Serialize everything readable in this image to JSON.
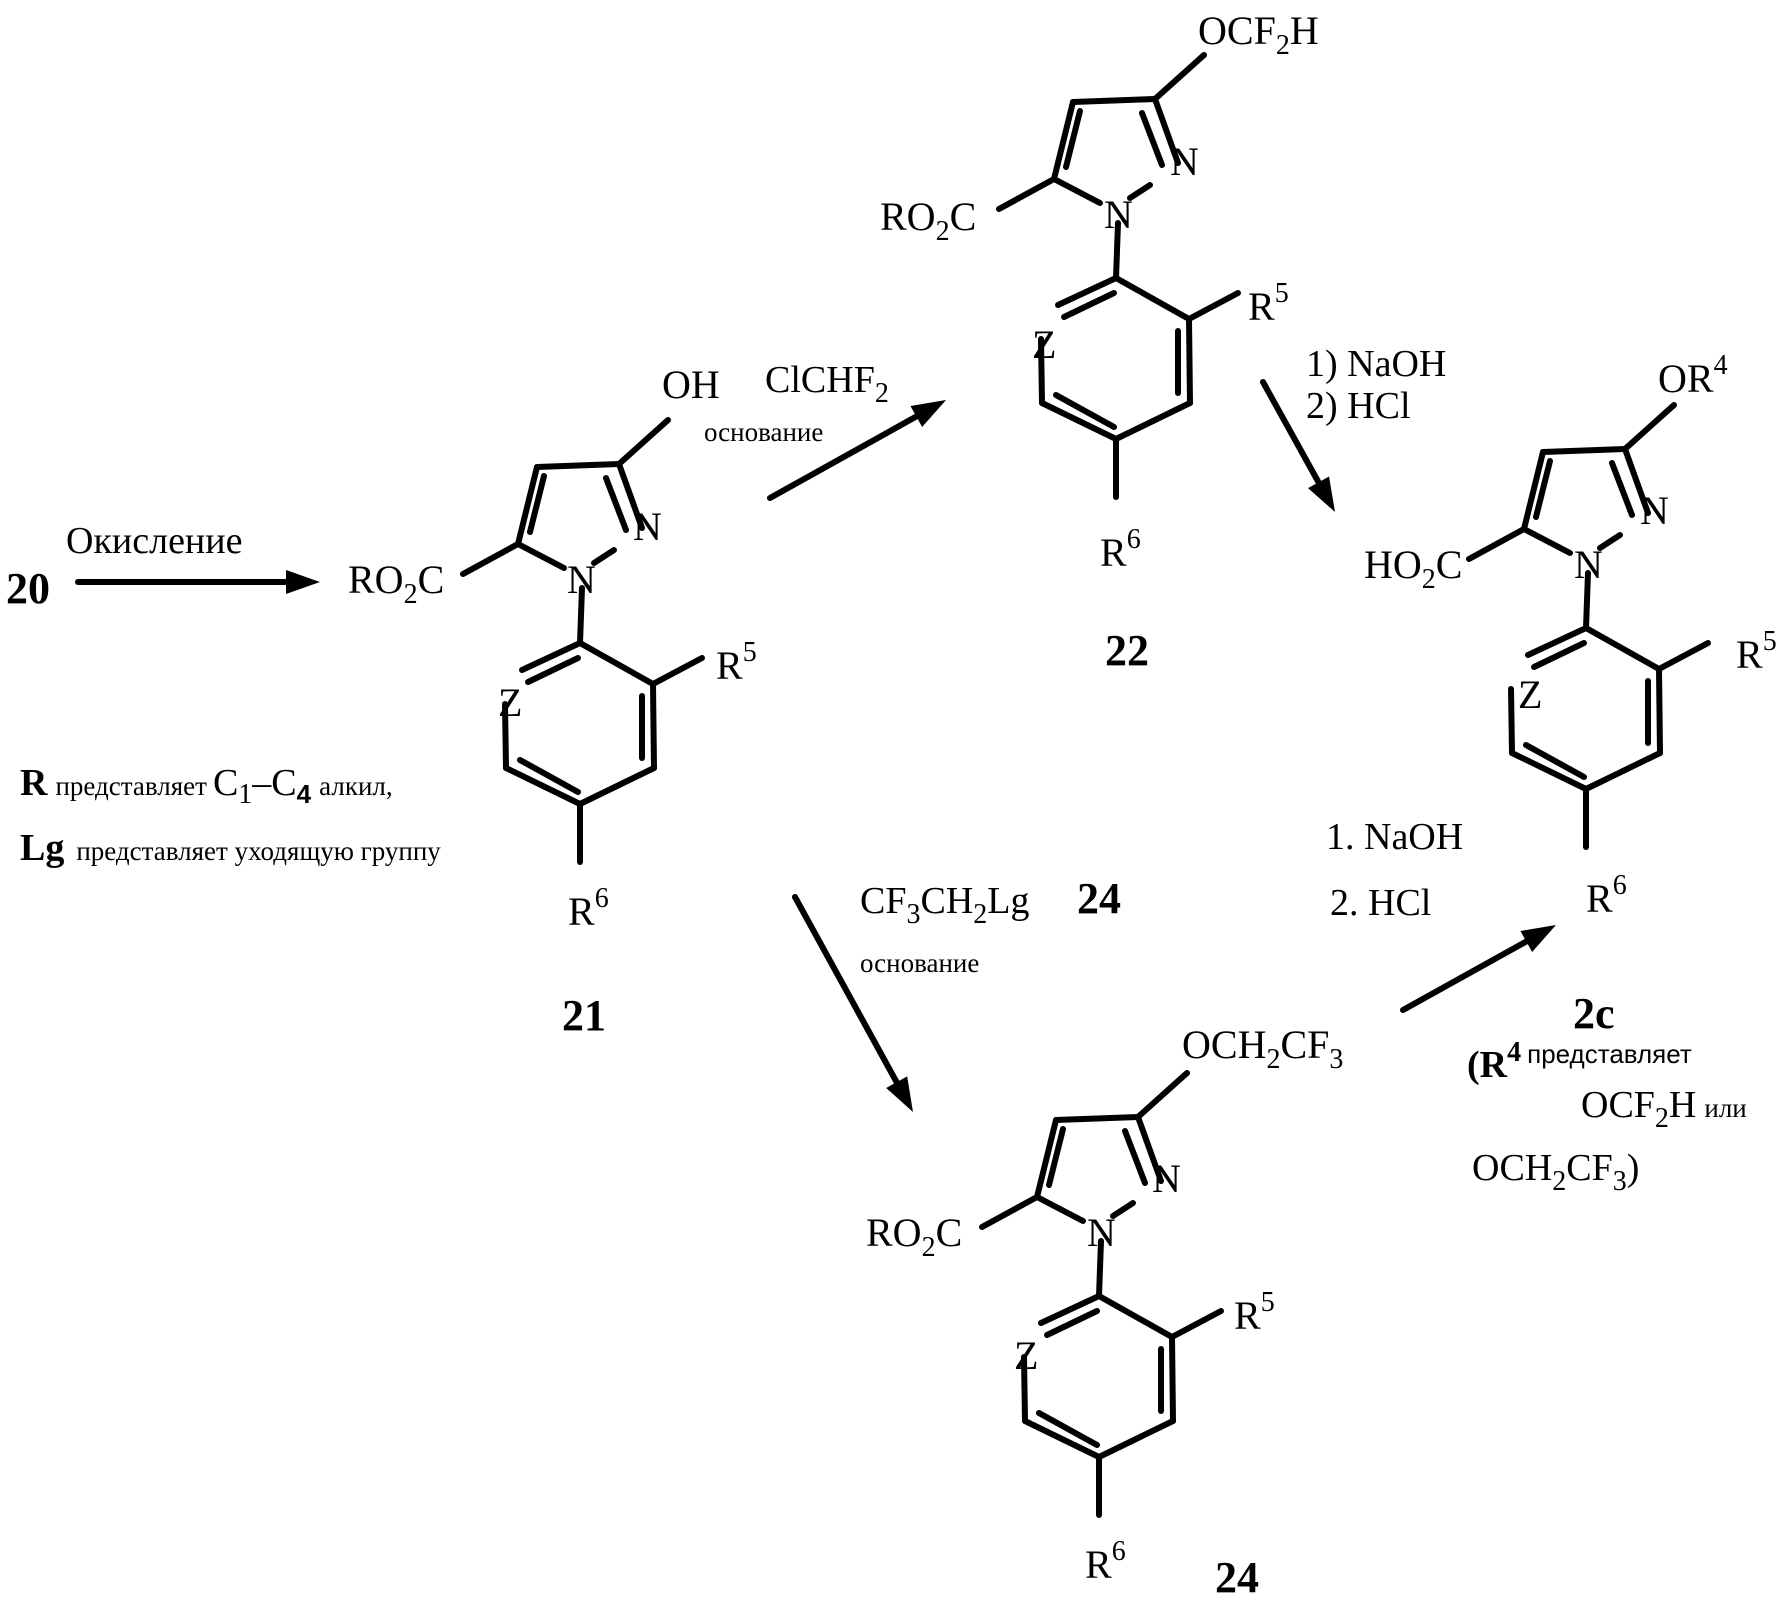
{
  "diagram": {
    "type": "reaction-scheme",
    "language": "ru",
    "compounds": {
      "c20": {
        "label": "20"
      },
      "c21": {
        "label": "21",
        "substituent_top": "OH",
        "ester": {
          "main": "RO",
          "sub": "2",
          "tail": "C"
        },
        "ring_atoms": {
          "n1": "N",
          "n2": "N",
          "z": "Z"
        },
        "r5": {
          "main": "R",
          "sup": "5"
        },
        "r6": {
          "main": "R",
          "sup": "6"
        }
      },
      "c22": {
        "label": "22",
        "substituent_top": {
          "a": "OCF",
          "sub": "2",
          "b": "H"
        },
        "ester": {
          "main": "RO",
          "sub": "2",
          "tail": "C"
        },
        "ring_atoms": {
          "n1": "N",
          "n2": "N",
          "z": "Z"
        },
        "r5": {
          "main": "R",
          "sup": "5"
        },
        "r6": {
          "main": "R",
          "sup": "6"
        }
      },
      "c24": {
        "label": "24",
        "substituent_top": {
          "a": "OCH",
          "sub1": "2",
          "b": "CF",
          "sub2": "3"
        },
        "ester": {
          "main": "RO",
          "sub": "2",
          "tail": "C"
        },
        "ring_atoms": {
          "n1": "N",
          "n2": "N",
          "z": "Z"
        },
        "r5": {
          "main": "R",
          "sup": "5"
        },
        "r6": {
          "main": "R",
          "sup": "6"
        }
      },
      "c2c": {
        "label": "2c",
        "substituent_top": {
          "main": "OR",
          "sup": "4"
        },
        "acid": {
          "main": "HO",
          "sub": "2",
          "tail": "C"
        },
        "ring_atoms": {
          "n1": "N",
          "n2": "N",
          "z": "Z"
        },
        "r5": {
          "main": "R",
          "sup": "5"
        },
        "r6": {
          "main": "R",
          "sup": "6"
        },
        "note": {
          "open": "(R",
          "sup": "4",
          "word": "представляет",
          "opt1_a": "OCF",
          "opt1_sub": "2",
          "opt1_b": "H",
          "or": "или",
          "opt2_a": "OCH",
          "opt2_sub1": "2",
          "opt2_b": "CF",
          "opt2_sub2": "3",
          "close": ")"
        }
      }
    },
    "steps": {
      "oxidation": {
        "reagent": "Окисление"
      },
      "difluoromethylation": {
        "reagent": {
          "a": "ClCHF",
          "sub": "2"
        },
        "condition": "основание"
      },
      "hydrolysis_top": {
        "line1": "1) NaOH",
        "line2": "2) HCl"
      },
      "trifluoroethylation": {
        "reagent": {
          "a": "CF",
          "sub1": "3",
          "b": "CH",
          "sub2": "2",
          "c": "Lg"
        },
        "reagent_ref": "24",
        "condition": "основание"
      },
      "hydrolysis_bottom": {
        "line1": "1.  NaOH",
        "line2": "2.  HCl"
      }
    },
    "legend": {
      "r_def": {
        "symbol": "R",
        "word": "представляет",
        "range_a": "C",
        "sub_a": "1",
        "dash": "–",
        "range_b": "C",
        "sub_b": "4",
        "tail": "алкил,"
      },
      "lg_def": {
        "symbol": "Lg",
        "text": "представляет уходящую группу"
      }
    }
  }
}
